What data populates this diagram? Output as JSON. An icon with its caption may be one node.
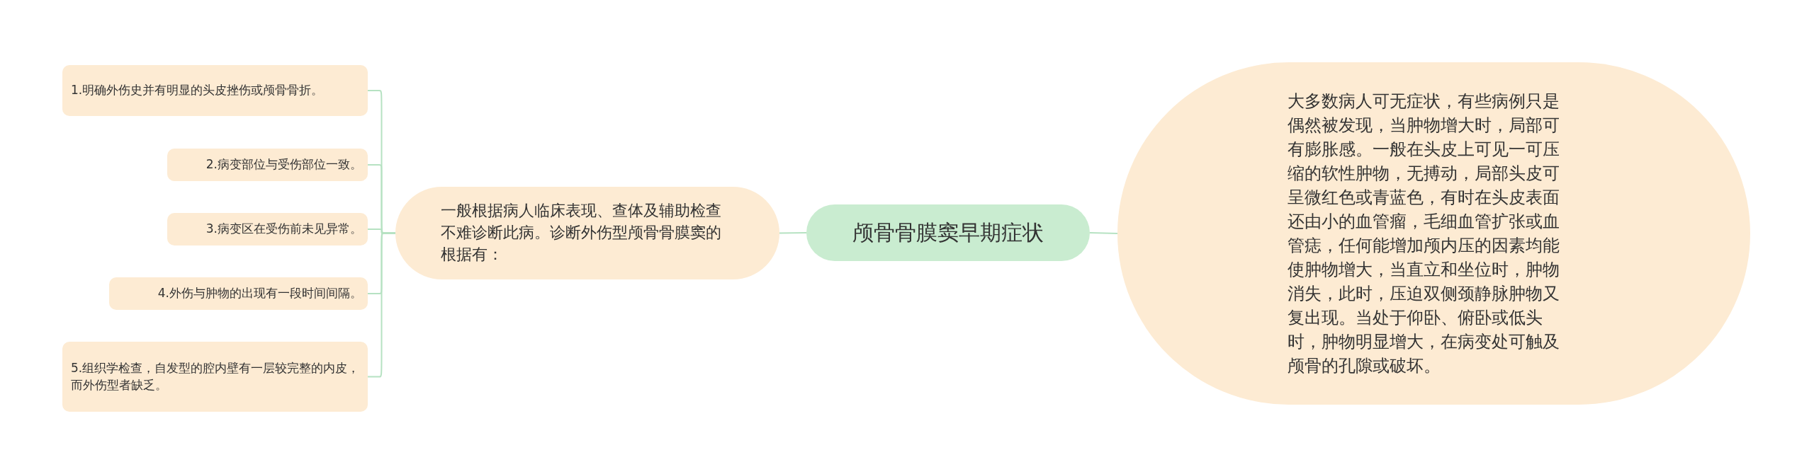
{
  "diagram": {
    "nodes": [
      {
        "text": [
          "颅骨骨膜窦早期症状"
        ]
      },
      {
        "text": [
          "一般根据病人临床表现、查体及辅助检查不难诊断此病。诊断外伤型颅骨骨膜窦的根据有："
        ]
      },
      {
        "text": [
          "1.明确外伤史并有明显的头皮挫伤或颅骨骨折。"
        ]
      },
      {
        "text": [
          "2.病变部位与受伤部位一致。"
        ]
      },
      {
        "text": [
          "3.病变区在受伤前未见异常。"
        ]
      },
      {
        "text": [
          "4.外伤与肿物的出现有一段时间间隔。"
        ]
      },
      {
        "text": [
          "5.组织学检查，自发型的腔内壁有一层较完整的内皮，而外伤型者缺乏。"
        ]
      },
      {
        "text": [
          "大多数病人可无症状，有些病例只是偶然被发现，当肿物增大时，局部可有膨胀感。一般在头皮上可见一可压缩的软性肿物，无搏动，局部头皮可呈微红色或青蓝色，有时在头皮表面还由小的血管瘤，毛细血管扩张或血管痣，任何能增加颅内压的因素均能使肿物增大，当直立和坐位时，肿物消失，此时，压迫双侧颈静脉肿物又复出现。当处于仰卧、俯卧或低头时，肿物明显增大，在病变处可触及颅骨的孔隙或破坏。"
        ]
      }
    ],
    "edges": [
      {
        "from": 0,
        "to": 1,
        "arrow": "none"
      },
      {
        "from": 0,
        "to": 7,
        "arrow": "none"
      },
      {
        "from": 1,
        "to": 2,
        "arrow": "none"
      },
      {
        "from": 1,
        "to": 3,
        "arrow": "none"
      },
      {
        "from": 1,
        "to": 4,
        "arrow": "none"
      },
      {
        "from": 1,
        "to": 5,
        "arrow": "none"
      },
      {
        "from": 1,
        "to": 6,
        "arrow": "none"
      }
    ]
  }
}
